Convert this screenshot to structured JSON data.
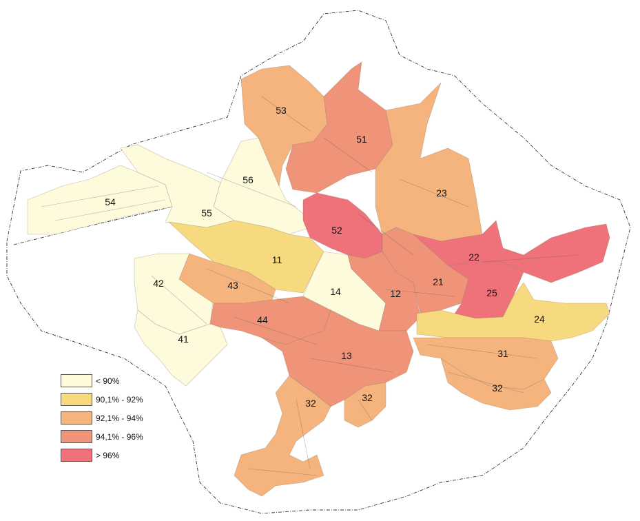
{
  "legend": {
    "items": [
      {
        "label": "< 90%",
        "color": "#fdfbdc"
      },
      {
        "label": "90,1% - 92%",
        "color": "#f7d97f"
      },
      {
        "label": "92,1% - 94%",
        "color": "#f5b47d"
      },
      {
        "label": "94,1% - 96%",
        "color": "#ef9478"
      },
      {
        "label": "> 96%",
        "color": "#ef717a"
      }
    ]
  },
  "zones": [
    {
      "label": "53",
      "class": 2
    },
    {
      "label": "51",
      "class": 3
    },
    {
      "label": "56",
      "class": 0
    },
    {
      "label": "54",
      "class": 0
    },
    {
      "label": "55",
      "class": 0
    },
    {
      "label": "23",
      "class": 2
    },
    {
      "label": "52",
      "class": 4
    },
    {
      "label": "11",
      "class": 1
    },
    {
      "label": "22",
      "class": 4
    },
    {
      "label": "42",
      "class": 0
    },
    {
      "label": "43",
      "class": 2
    },
    {
      "label": "14",
      "class": 0
    },
    {
      "label": "12",
      "class": 3
    },
    {
      "label": "21",
      "class": 3
    },
    {
      "label": "25",
      "class": 4
    },
    {
      "label": "24",
      "class": 1
    },
    {
      "label": "44",
      "class": 3
    },
    {
      "label": "41",
      "class": 0
    },
    {
      "label": "13",
      "class": 3
    },
    {
      "label": "31",
      "class": 2
    },
    {
      "label": "32",
      "class": 2
    },
    {
      "label": "32",
      "class": 2
    },
    {
      "label": "32",
      "class": 2
    }
  ]
}
